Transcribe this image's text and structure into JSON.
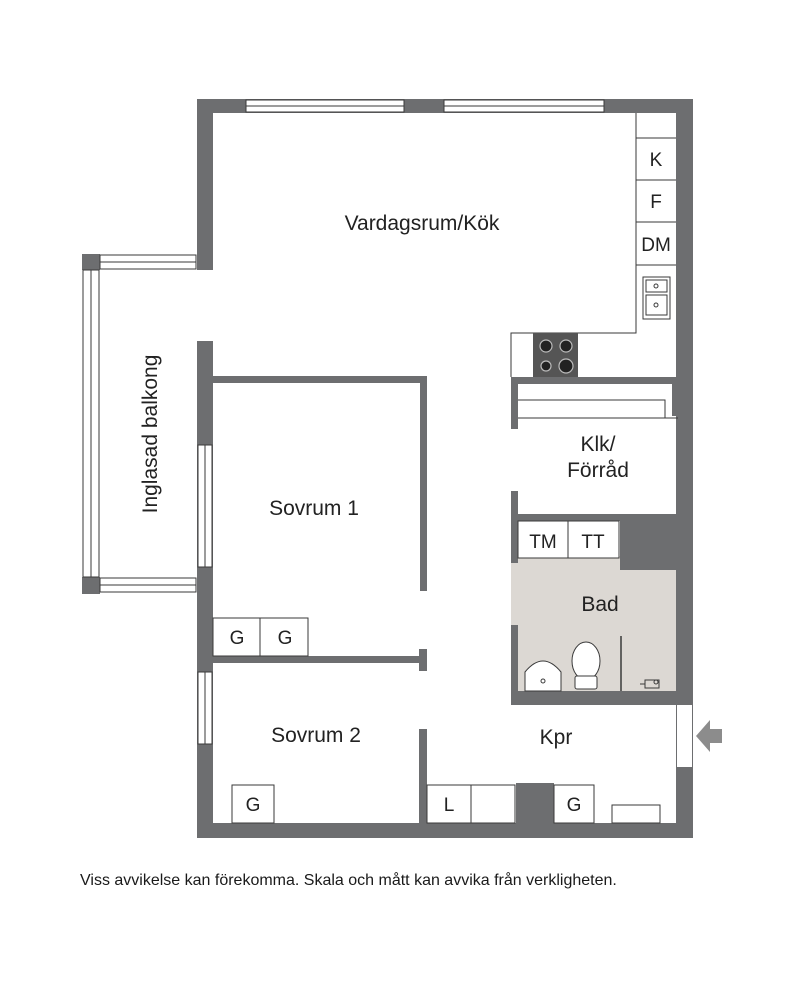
{
  "floorplan": {
    "rooms": {
      "living_kitchen": "Vardagsrum/Kök",
      "balcony": "Inglasad balkong",
      "bedroom1": "Sovrum 1",
      "bedroom2": "Sovrum 2",
      "closet_line1": "Klk/",
      "closet_line2": "Förråd",
      "bathroom": "Bad",
      "hallway": "Kpr"
    },
    "fixtures": {
      "fridge": "K",
      "freezer": "F",
      "dishwasher": "DM",
      "washer": "TM",
      "dryer": "TT",
      "wardrobe": "G",
      "linen": "L"
    }
  },
  "disclaimer": "Viss avvikelse kan förekomma. Skala och mått kan avvika från verkligheten.",
  "colors": {
    "wall": "#6d6e70",
    "bath_floor": "#dcd8d3",
    "line": "#3a3a3a",
    "arrow": "#8c8c8c"
  }
}
